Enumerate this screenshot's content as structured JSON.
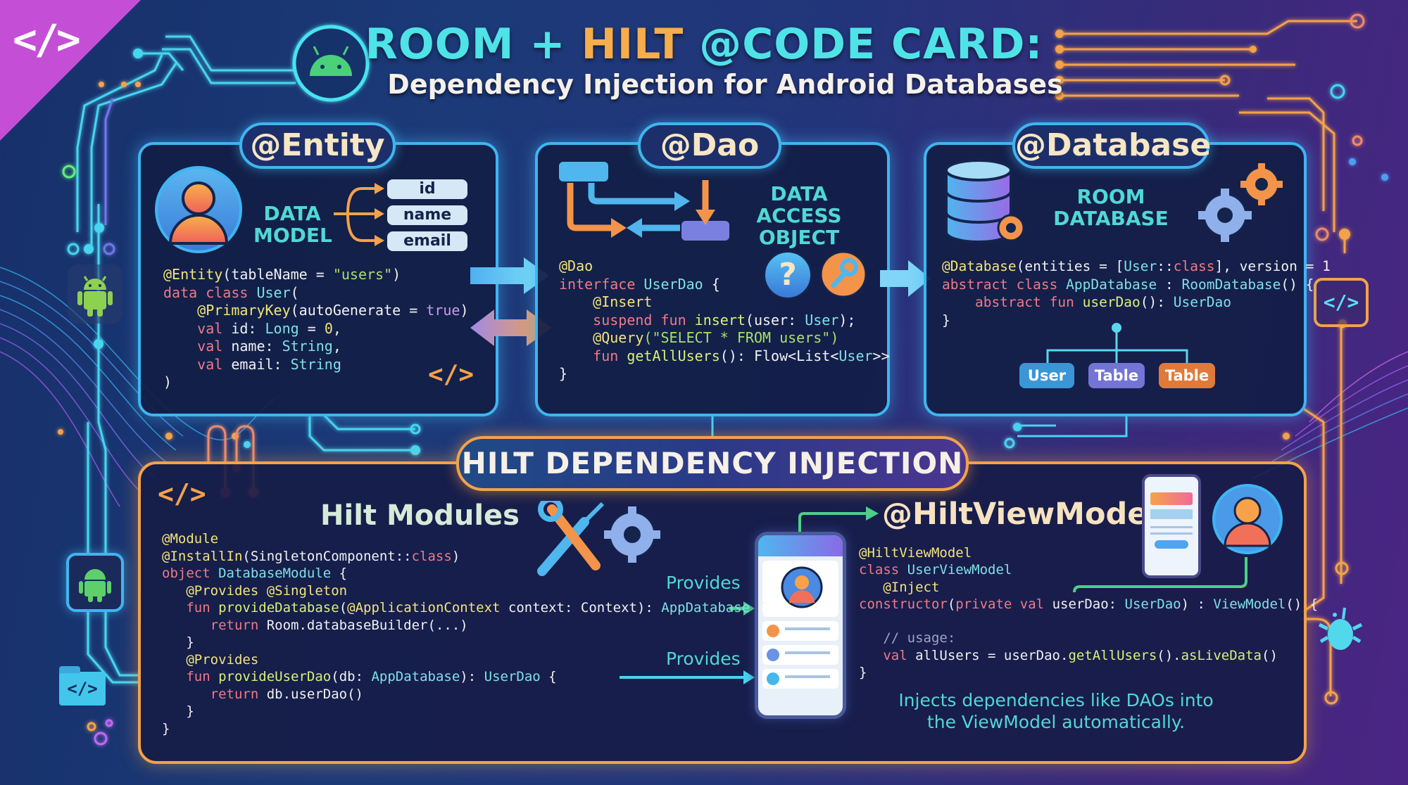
{
  "header": {
    "title_part1": "ROOM + ",
    "title_part2": "HILT",
    "title_part3": " @CODE CARD:",
    "subtitle": "Dependency Injection for Android Databases",
    "corner_icon": "code-brackets-icon",
    "corner_glyph": "</>"
  },
  "colors": {
    "cyan": "#4fe3e8",
    "orange": "#f6ad4c",
    "card_border": "#3fb5f0",
    "hilt_border": "#f3a24a",
    "keyword": "#f07a86",
    "annotation": "#f2e47a",
    "type": "#7fe0e6",
    "string": "#a8e06a"
  },
  "entity": {
    "pill": "@Entity",
    "label_line1": "DATA",
    "label_line2": "MODEL",
    "fields": [
      "id",
      "name",
      "email"
    ],
    "code_icon": "</>",
    "code": [
      [
        [
          "a",
          "@Entity"
        ],
        [
          "",
          "(tableName = "
        ],
        [
          "s",
          "\"users\""
        ],
        [
          "",
          ")"
        ]
      ],
      [
        [
          "k",
          "data class "
        ],
        [
          "t",
          "User"
        ],
        [
          "",
          "("
        ]
      ],
      [
        [
          "",
          "    "
        ],
        [
          "a",
          "@PrimaryKey"
        ],
        [
          "",
          "(autoGenerate = "
        ],
        [
          "p",
          "true"
        ],
        [
          "",
          ")"
        ]
      ],
      [
        [
          "",
          "    "
        ],
        [
          "k",
          "val "
        ],
        [
          "",
          "id: "
        ],
        [
          "t",
          "Long"
        ],
        [
          "",
          " = "
        ],
        [
          "n",
          "0"
        ],
        [
          "",
          ","
        ]
      ],
      [
        [
          "",
          "    "
        ],
        [
          "k",
          "val "
        ],
        [
          "",
          "name: "
        ],
        [
          "t",
          "String"
        ],
        [
          "",
          ","
        ]
      ],
      [
        [
          "",
          "    "
        ],
        [
          "k",
          "val "
        ],
        [
          "",
          "email: "
        ],
        [
          "t",
          "String"
        ]
      ],
      [
        [
          "",
          ")"
        ]
      ]
    ]
  },
  "dao": {
    "pill": "@Dao",
    "label_line1": "DATA ACCESS",
    "label_line2": "OBJECT",
    "question_glyph": "?",
    "code": [
      [
        [
          "a",
          "@Dao"
        ]
      ],
      [
        [
          "k",
          "interface "
        ],
        [
          "t",
          "UserDao"
        ],
        [
          "",
          " {"
        ]
      ],
      [
        [
          "",
          "    "
        ],
        [
          "a",
          "@Insert"
        ]
      ],
      [
        [
          "",
          "    "
        ],
        [
          "k",
          "suspend fun "
        ],
        [
          "f",
          "insert"
        ],
        [
          "",
          "(user: "
        ],
        [
          "t",
          "User"
        ],
        [
          "",
          ");"
        ]
      ],
      [
        [
          "",
          "    "
        ],
        [
          "a",
          "@Query"
        ],
        [
          "s",
          "(\"SELECT * FROM users\")"
        ]
      ],
      [
        [
          "",
          "    "
        ],
        [
          "k",
          "fun "
        ],
        [
          "f",
          "getAllUsers"
        ],
        [
          "",
          "(): Flow<List<"
        ],
        [
          "t",
          "User"
        ],
        [
          "",
          ">>"
        ]
      ],
      [
        [
          "",
          "}"
        ]
      ]
    ]
  },
  "database": {
    "pill": "@Database",
    "label_line1": "ROOM",
    "label_line2": "DATABASE",
    "tags": [
      "User",
      "Table",
      "Table"
    ],
    "code": [
      [
        [
          "a",
          "@Database"
        ],
        [
          "",
          "(entities = ["
        ],
        [
          "t",
          "User"
        ],
        [
          "",
          "::"
        ],
        [
          "k",
          "class"
        ],
        [
          "",
          "], version = 1"
        ]
      ],
      [
        [
          "k",
          "abstract class "
        ],
        [
          "t",
          "AppDatabase"
        ],
        [
          "",
          " : "
        ],
        [
          "t",
          "RoomDatabase"
        ],
        [
          "",
          "() {"
        ]
      ],
      [
        [
          "",
          "    "
        ],
        [
          "k",
          "abstract fun "
        ],
        [
          "f",
          "userDao"
        ],
        [
          "",
          "(): "
        ],
        [
          "t",
          "UserDao"
        ]
      ],
      [
        [
          "",
          "}"
        ]
      ]
    ]
  },
  "hilt": {
    "pill": "HILT DEPENDENCY INJECTION",
    "code_icon": "</>",
    "modules_heading": "Hilt Modules",
    "viewmodel_heading": "@HiltViewModel",
    "provides_1": "Provides",
    "provides_2": "Provides",
    "description_line1": "Injects dependencies like DAOs into",
    "description_line2": "the ViewModel automatically.",
    "module_code": [
      [
        [
          "a",
          "@Module"
        ]
      ],
      [
        [
          "a",
          "@InstallIn"
        ],
        [
          "",
          "(SingletonComponent::"
        ],
        [
          "k",
          "class"
        ],
        [
          "",
          ")"
        ]
      ],
      [
        [
          "k",
          "object "
        ],
        [
          "t",
          "DatabaseModule"
        ],
        [
          "",
          " {"
        ]
      ],
      [
        [
          "",
          "   "
        ],
        [
          "a",
          "@Provides @Singleton"
        ]
      ],
      [
        [
          "",
          "   "
        ],
        [
          "k",
          "fun "
        ],
        [
          "f",
          "provideDatabase"
        ],
        [
          "",
          "("
        ],
        [
          "a",
          "@ApplicationContext"
        ],
        [
          "",
          " context: Context): "
        ],
        [
          "t",
          "AppDatabase"
        ],
        [
          "",
          " {"
        ]
      ],
      [
        [
          "",
          "      "
        ],
        [
          "k",
          "return "
        ],
        [
          "",
          "Room.databaseBuilder(...)"
        ]
      ],
      [
        [
          "",
          "   }"
        ]
      ],
      [
        [
          "",
          "   "
        ],
        [
          "a",
          "@Provides"
        ]
      ],
      [
        [
          "",
          "   "
        ],
        [
          "k",
          "fun "
        ],
        [
          "f",
          "provideUserDao"
        ],
        [
          "",
          "(db: "
        ],
        [
          "t",
          "AppDatabase"
        ],
        [
          "",
          "): "
        ],
        [
          "t",
          "UserDao"
        ],
        [
          "",
          " {"
        ]
      ],
      [
        [
          "",
          "      "
        ],
        [
          "k",
          "return "
        ],
        [
          "",
          "db.userDao()"
        ]
      ],
      [
        [
          "",
          "   }"
        ]
      ],
      [
        [
          "",
          "}"
        ]
      ]
    ],
    "viewmodel_code": [
      [
        [
          "a",
          "@HiltViewModel"
        ]
      ],
      [
        [
          "k",
          "class "
        ],
        [
          "t",
          "UserViewModel"
        ]
      ],
      [
        [
          "",
          "   "
        ],
        [
          "a",
          "@Inject"
        ]
      ],
      [
        [
          "k",
          "constructor"
        ],
        [
          "",
          "("
        ],
        [
          "k",
          "private val "
        ],
        [
          "",
          "userDao: "
        ],
        [
          "t",
          "UserDao"
        ],
        [
          "",
          ") : "
        ],
        [
          "t",
          "ViewModel"
        ],
        [
          "",
          "() {"
        ]
      ],
      [
        [
          "",
          ""
        ]
      ],
      [
        [
          "",
          "   "
        ],
        [
          "c",
          "// usage:"
        ]
      ],
      [
        [
          "",
          "   "
        ],
        [
          "k",
          "val "
        ],
        [
          "",
          "allUsers = userDao."
        ],
        [
          "f",
          "getAllUsers"
        ],
        [
          "",
          "()."
        ],
        [
          "f",
          "asLiveData"
        ],
        [
          "",
          "()"
        ]
      ],
      [
        [
          "",
          "}"
        ]
      ]
    ]
  },
  "side_icons": {
    "left_android": "android-icon",
    "folder_code": "</>",
    "right_code": "</>",
    "right_bug": "bug-icon"
  }
}
